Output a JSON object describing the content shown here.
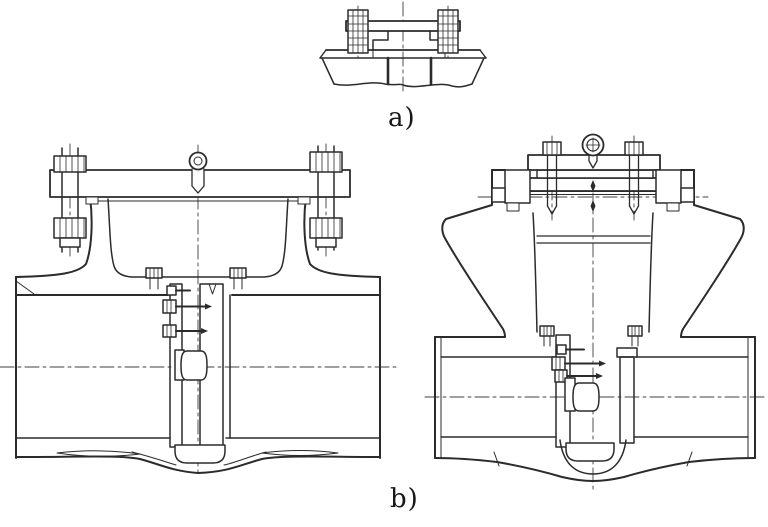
{
  "figure": {
    "type": "technical-drawing",
    "subject": "check valve cross-section views",
    "background": "#ffffff",
    "line_color": "#2b2b2b",
    "centerline_color": "#3f3f3f",
    "labels": {
      "view_a": "a)",
      "view_b": "b)"
    },
    "views": [
      {
        "id": "view-a",
        "label": "a)"
      },
      {
        "id": "view-b-left-valve",
        "label": "b)"
      },
      {
        "id": "view-b-right-valve",
        "label": "b)"
      }
    ]
  }
}
